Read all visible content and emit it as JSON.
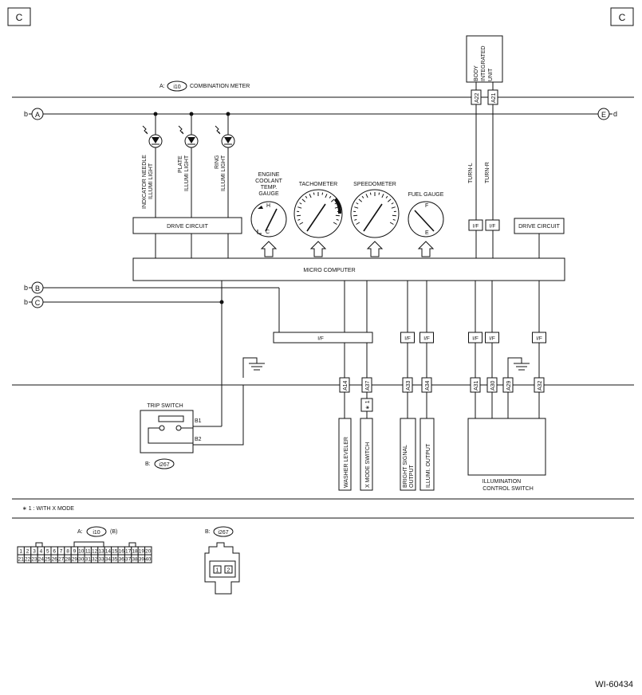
{
  "page_markers": {
    "left": "C",
    "right": "C"
  },
  "figure_id": "WI-60434",
  "connectors": {
    "a_label": "A:",
    "a_code": "i10",
    "a_name": "COMBINATION METER",
    "a_pin_suffix": "(B)",
    "b_label": "B:",
    "b_code": "i267"
  },
  "body_integrated_unit": {
    "line1": "BODY",
    "line2": "INTEGRATED",
    "line3": "UNIT"
  },
  "bus_terminals": {
    "b": "b",
    "c": "c",
    "d": "d",
    "A": "A",
    "B": "B",
    "C": "C",
    "E": "E"
  },
  "lights": [
    {
      "line1": "INDICATOR NEEDLE",
      "line2": "ILLUMI LIGHT"
    },
    {
      "line1": "PLATE",
      "line2": "ILLUMI LIGHT"
    },
    {
      "line1": "RING",
      "line2": "ILLUMI LIGHT"
    }
  ],
  "gauges": {
    "coolant": {
      "line1": "ENGINE",
      "line2": "COOLANT",
      "line3": "TEMP.",
      "line4": "GAUGE",
      "hi": "H",
      "lo": "C"
    },
    "tacho": "TACHOMETER",
    "speedo": "SPEEDOMETER",
    "fuel": {
      "label": "FUEL GAUGE",
      "hi": "F",
      "lo": "E"
    }
  },
  "blocks": {
    "drive_left": "DRIVE CIRCUIT",
    "drive_right": "DRIVE CIRCUIT",
    "micro": "MICRO COMPUTER",
    "if": "I/F"
  },
  "turn_signals": {
    "l": "TURN-L",
    "r": "TURN-R"
  },
  "pins": {
    "a22": "A22",
    "a21": "A21",
    "a14": "A14",
    "a37": "A37",
    "a33": "A33",
    "a34": "A34",
    "a31": "A31",
    "a30": "A30",
    "a29": "A29",
    "a32": "A32",
    "b1": "B1",
    "b2": "B2"
  },
  "trip_switch": "TRIP SWITCH",
  "star_mark": "∗ 1",
  "outputs": {
    "washer": "WASHER LEVELER",
    "xmode": "X MODE SWITCH",
    "bright": {
      "line1": "BRIGHT SIGNAL",
      "line2": "OUTPUT"
    },
    "illumi": "ILLUMI. OUTPUT"
  },
  "illum_switch": {
    "line1": "ILLUMINATION",
    "line2": "CONTROL SWITCH"
  },
  "footnote": "∗ 1  : WITH X MODE",
  "pin_grid_a": {
    "row1": [
      "1",
      "2",
      "3",
      "4",
      "5",
      "6",
      "7",
      "8",
      "9",
      "10",
      "11",
      "12",
      "13",
      "14",
      "15",
      "16",
      "17",
      "18",
      "19",
      "20"
    ],
    "row2": [
      "21",
      "22",
      "23",
      "24",
      "25",
      "26",
      "27",
      "28",
      "29",
      "30",
      "31",
      "32",
      "33",
      "34",
      "35",
      "36",
      "37",
      "38",
      "39",
      "40"
    ]
  },
  "pin_grid_b": [
    "1",
    "2"
  ]
}
